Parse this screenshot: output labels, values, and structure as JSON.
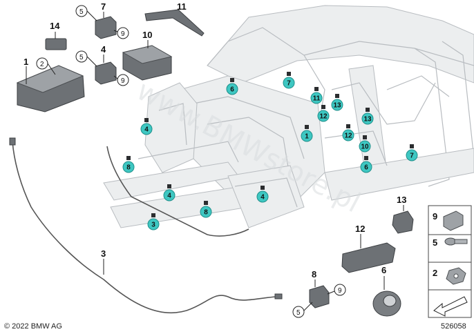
{
  "diagram": {
    "copyright": "© 2022 BMW AG",
    "drawing_number": "526058",
    "watermark": "www.BMWstore.pl",
    "callouts": [
      {
        "id": "c14",
        "label": "14"
      },
      {
        "id": "c1",
        "label": "1"
      },
      {
        "id": "c2",
        "label": "2"
      },
      {
        "id": "c7",
        "label": "7"
      },
      {
        "id": "c5a",
        "label": "5"
      },
      {
        "id": "c9a",
        "label": "9"
      },
      {
        "id": "c4",
        "label": "4"
      },
      {
        "id": "c5b",
        "label": "5"
      },
      {
        "id": "c9b",
        "label": "9"
      },
      {
        "id": "c11",
        "label": "11"
      },
      {
        "id": "c10",
        "label": "10"
      },
      {
        "id": "c3",
        "label": "3"
      },
      {
        "id": "c13",
        "label": "13"
      },
      {
        "id": "c12",
        "label": "12"
      },
      {
        "id": "c8",
        "label": "8"
      },
      {
        "id": "c5c",
        "label": "5"
      },
      {
        "id": "c9c",
        "label": "9"
      },
      {
        "id": "c6",
        "label": "6"
      }
    ],
    "markers": [
      {
        "id": "m6a",
        "label": "6"
      },
      {
        "id": "m7a",
        "label": "7"
      },
      {
        "id": "m11",
        "label": "11"
      },
      {
        "id": "m12a",
        "label": "12"
      },
      {
        "id": "m13a",
        "label": "13"
      },
      {
        "id": "m1",
        "label": "1"
      },
      {
        "id": "m4a",
        "label": "4"
      },
      {
        "id": "m13b",
        "label": "13"
      },
      {
        "id": "m12b",
        "label": "12"
      },
      {
        "id": "m10",
        "label": "10"
      },
      {
        "id": "m6b",
        "label": "6"
      },
      {
        "id": "m7b",
        "label": "7"
      },
      {
        "id": "m8a",
        "label": "8"
      },
      {
        "id": "m4b",
        "label": "4"
      },
      {
        "id": "m8b",
        "label": "8"
      },
      {
        "id": "m4c",
        "label": "4"
      },
      {
        "id": "m3",
        "label": "3"
      }
    ],
    "legend": [
      {
        "id": "l9",
        "label": "9"
      },
      {
        "id": "l5",
        "label": "5"
      },
      {
        "id": "l2",
        "label": "2"
      }
    ],
    "colors": {
      "marker_fill": "#3ec7c2",
      "marker_stroke": "#1f8f8a"
    }
  }
}
